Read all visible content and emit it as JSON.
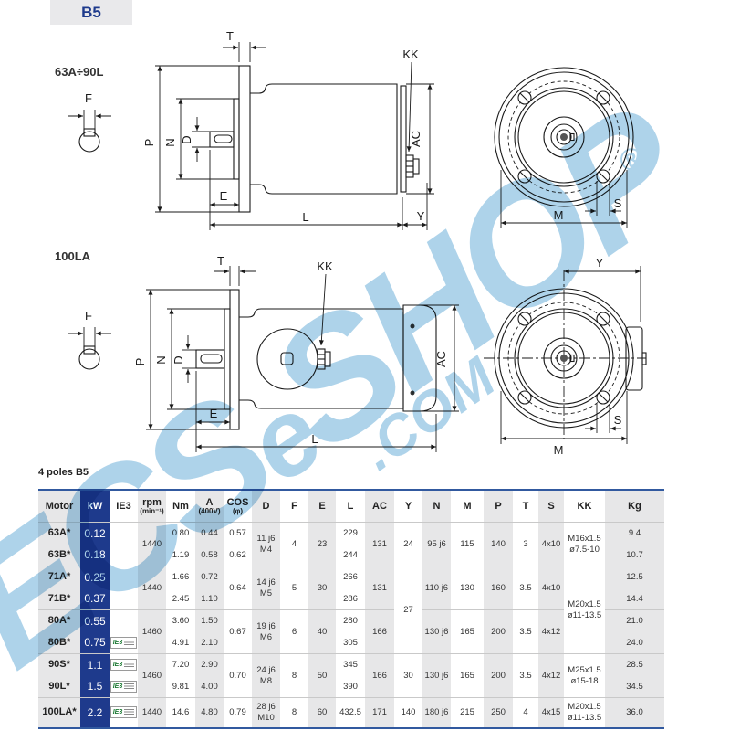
{
  "page": {
    "badge": "B5",
    "caption": "4 poles B5"
  },
  "labels": {
    "F": "F",
    "T": "T",
    "P": "P",
    "N": "N",
    "D": "D",
    "E": "E",
    "L": "L",
    "Y": "Y",
    "AC": "AC",
    "KK": "KK",
    "M": "M",
    "S": "S"
  },
  "drawing1": {
    "title": "63A÷90L"
  },
  "drawing2": {
    "title": "100LA"
  },
  "watermark": {
    "part1": "ECS",
    "part2": "e",
    "part3": "SHOP",
    "suffix": ".COM",
    "reg": "®"
  },
  "colors": {
    "accent_blue": "#1e3a8c",
    "table_border_blue": "#31599f",
    "stripe_grey": "#e7e7e8",
    "watermark_blue": "#aed3ea",
    "ie3_green": "#1d7a34"
  },
  "table": {
    "ie3_label": "IE3",
    "columns": [
      {
        "label": "Motor"
      },
      {
        "label": "kW"
      },
      {
        "label": "IE3"
      },
      {
        "label": "rpm",
        "sub": "(min⁻¹)"
      },
      {
        "label": "Nm"
      },
      {
        "label": "A",
        "sub": "(400V)"
      },
      {
        "label": "COS",
        "sub": "(φ)"
      },
      {
        "label": "D"
      },
      {
        "label": "F"
      },
      {
        "label": "E"
      },
      {
        "label": "L"
      },
      {
        "label": "AC"
      },
      {
        "label": "Y"
      },
      {
        "label": "N"
      },
      {
        "label": "M"
      },
      {
        "label": "P"
      },
      {
        "label": "T"
      },
      {
        "label": "S"
      },
      {
        "label": "KK"
      },
      {
        "label": "Kg"
      }
    ],
    "rows": [
      [
        {
          "c": 0,
          "v": "63A*"
        },
        {
          "c": 1,
          "v": "0.12"
        },
        {
          "c": 2,
          "v": ""
        },
        {
          "c": 3,
          "v": "1440",
          "rs": 2
        },
        {
          "c": 4,
          "v": "0.80"
        },
        {
          "c": 5,
          "v": "0.44"
        },
        {
          "c": 6,
          "v": "0.57"
        },
        {
          "c": 7,
          "v": "11 j6",
          "v2": "M4",
          "rs": 2
        },
        {
          "c": 8,
          "v": "4",
          "rs": 2
        },
        {
          "c": 9,
          "v": "23",
          "rs": 2
        },
        {
          "c": 10,
          "v": "229"
        },
        {
          "c": 11,
          "v": "131",
          "rs": 2
        },
        {
          "c": 12,
          "v": "24",
          "rs": 2
        },
        {
          "c": 13,
          "v": "95 j6",
          "rs": 2
        },
        {
          "c": 14,
          "v": "115",
          "rs": 2
        },
        {
          "c": 15,
          "v": "140",
          "rs": 2
        },
        {
          "c": 16,
          "v": "3",
          "rs": 2
        },
        {
          "c": 17,
          "v": "4x10",
          "rs": 2
        },
        {
          "c": 18,
          "v": "M16x1.5",
          "v2": "ø7.5-10",
          "rs": 2
        },
        {
          "c": 19,
          "v": "9.4"
        }
      ],
      [
        {
          "c": 0,
          "v": "63B*"
        },
        {
          "c": 1,
          "v": "0.18"
        },
        {
          "c": 2,
          "v": ""
        },
        {
          "c": 4,
          "v": "1.19"
        },
        {
          "c": 5,
          "v": "0.58"
        },
        {
          "c": 6,
          "v": "0.62"
        },
        {
          "c": 10,
          "v": "244"
        },
        {
          "c": 19,
          "v": "10.7"
        }
      ],
      [
        {
          "c": 0,
          "v": "71A*"
        },
        {
          "c": 1,
          "v": "0.25"
        },
        {
          "c": 2,
          "v": ""
        },
        {
          "c": 3,
          "v": "1440",
          "rs": 2
        },
        {
          "c": 4,
          "v": "1.66"
        },
        {
          "c": 5,
          "v": "0.72"
        },
        {
          "c": 6,
          "v": "0.64",
          "rs": 2
        },
        {
          "c": 7,
          "v": "14 j6",
          "v2": "M5",
          "rs": 2
        },
        {
          "c": 8,
          "v": "5",
          "rs": 2
        },
        {
          "c": 9,
          "v": "30",
          "rs": 2
        },
        {
          "c": 10,
          "v": "266"
        },
        {
          "c": 11,
          "v": "131",
          "rs": 2
        },
        {
          "c": 12,
          "v": "27",
          "rs": 4
        },
        {
          "c": 13,
          "v": "110 j6",
          "rs": 2
        },
        {
          "c": 14,
          "v": "130",
          "rs": 2
        },
        {
          "c": 15,
          "v": "160",
          "rs": 2
        },
        {
          "c": 16,
          "v": "3.5",
          "rs": 2
        },
        {
          "c": 17,
          "v": "4x10",
          "rs": 2
        },
        {
          "c": 18,
          "v": "M20x1.5",
          "v2": "ø11-13.5",
          "rs": 4
        },
        {
          "c": 19,
          "v": "12.5"
        }
      ],
      [
        {
          "c": 0,
          "v": "71B*"
        },
        {
          "c": 1,
          "v": "0.37"
        },
        {
          "c": 2,
          "v": ""
        },
        {
          "c": 4,
          "v": "2.45"
        },
        {
          "c": 5,
          "v": "1.10"
        },
        {
          "c": 10,
          "v": "286"
        },
        {
          "c": 19,
          "v": "14.4"
        }
      ],
      [
        {
          "c": 0,
          "v": "80A*"
        },
        {
          "c": 1,
          "v": "0.55"
        },
        {
          "c": 2,
          "v": ""
        },
        {
          "c": 3,
          "v": "1460",
          "rs": 2
        },
        {
          "c": 4,
          "v": "3.60"
        },
        {
          "c": 5,
          "v": "1.50"
        },
        {
          "c": 6,
          "v": "0.67",
          "rs": 2
        },
        {
          "c": 7,
          "v": "19 j6",
          "v2": "M6",
          "rs": 2
        },
        {
          "c": 8,
          "v": "6",
          "rs": 2
        },
        {
          "c": 9,
          "v": "40",
          "rs": 2
        },
        {
          "c": 10,
          "v": "280"
        },
        {
          "c": 11,
          "v": "166",
          "rs": 2
        },
        {
          "c": 13,
          "v": "130 j6",
          "rs": 2
        },
        {
          "c": 14,
          "v": "165",
          "rs": 2
        },
        {
          "c": 15,
          "v": "200",
          "rs": 2
        },
        {
          "c": 16,
          "v": "3.5",
          "rs": 2
        },
        {
          "c": 17,
          "v": "4x12",
          "rs": 2
        },
        {
          "c": 19,
          "v": "21.0"
        }
      ],
      [
        {
          "c": 0,
          "v": "80B*"
        },
        {
          "c": 1,
          "v": "0.75"
        },
        {
          "c": 2,
          "badge": true
        },
        {
          "c": 4,
          "v": "4.91"
        },
        {
          "c": 5,
          "v": "2.10"
        },
        {
          "c": 10,
          "v": "305"
        },
        {
          "c": 19,
          "v": "24.0"
        }
      ],
      [
        {
          "c": 0,
          "v": "90S*"
        },
        {
          "c": 1,
          "v": "1.1"
        },
        {
          "c": 2,
          "badge": true
        },
        {
          "c": 3,
          "v": "1460",
          "rs": 2
        },
        {
          "c": 4,
          "v": "7.20"
        },
        {
          "c": 5,
          "v": "2.90"
        },
        {
          "c": 6,
          "v": "0.70",
          "rs": 2
        },
        {
          "c": 7,
          "v": "24 j6",
          "v2": "M8",
          "rs": 2
        },
        {
          "c": 8,
          "v": "8",
          "rs": 2
        },
        {
          "c": 9,
          "v": "50",
          "rs": 2
        },
        {
          "c": 10,
          "v": "345"
        },
        {
          "c": 11,
          "v": "166",
          "rs": 2
        },
        {
          "c": 12,
          "v": "30",
          "rs": 2
        },
        {
          "c": 13,
          "v": "130 j6",
          "rs": 2
        },
        {
          "c": 14,
          "v": "165",
          "rs": 2
        },
        {
          "c": 15,
          "v": "200",
          "rs": 2
        },
        {
          "c": 16,
          "v": "3.5",
          "rs": 2
        },
        {
          "c": 17,
          "v": "4x12",
          "rs": 2
        },
        {
          "c": 18,
          "v": "M25x1.5",
          "v2": "ø15-18",
          "rs": 2
        },
        {
          "c": 19,
          "v": "28.5"
        }
      ],
      [
        {
          "c": 0,
          "v": "90L*"
        },
        {
          "c": 1,
          "v": "1.5"
        },
        {
          "c": 2,
          "badge": true
        },
        {
          "c": 4,
          "v": "9.81"
        },
        {
          "c": 5,
          "v": "4.00"
        },
        {
          "c": 10,
          "v": "390"
        },
        {
          "c": 19,
          "v": "34.5"
        }
      ],
      [
        {
          "c": 0,
          "v": "100LA*"
        },
        {
          "c": 1,
          "v": "2.2"
        },
        {
          "c": 2,
          "badge": true
        },
        {
          "c": 3,
          "v": "1440"
        },
        {
          "c": 4,
          "v": "14.6"
        },
        {
          "c": 5,
          "v": "4.80"
        },
        {
          "c": 6,
          "v": "0.79"
        },
        {
          "c": 7,
          "v": "28 j6",
          "v2": "M10"
        },
        {
          "c": 8,
          "v": "8"
        },
        {
          "c": 9,
          "v": "60"
        },
        {
          "c": 10,
          "v": "432.5"
        },
        {
          "c": 11,
          "v": "171"
        },
        {
          "c": 12,
          "v": "140"
        },
        {
          "c": 13,
          "v": "180 j6"
        },
        {
          "c": 14,
          "v": "215"
        },
        {
          "c": 15,
          "v": "250"
        },
        {
          "c": 16,
          "v": "4"
        },
        {
          "c": 17,
          "v": "4x15"
        },
        {
          "c": 18,
          "v": "M20x1.5",
          "v2": "ø11-13.5"
        },
        {
          "c": 19,
          "v": "36.0"
        }
      ]
    ]
  }
}
